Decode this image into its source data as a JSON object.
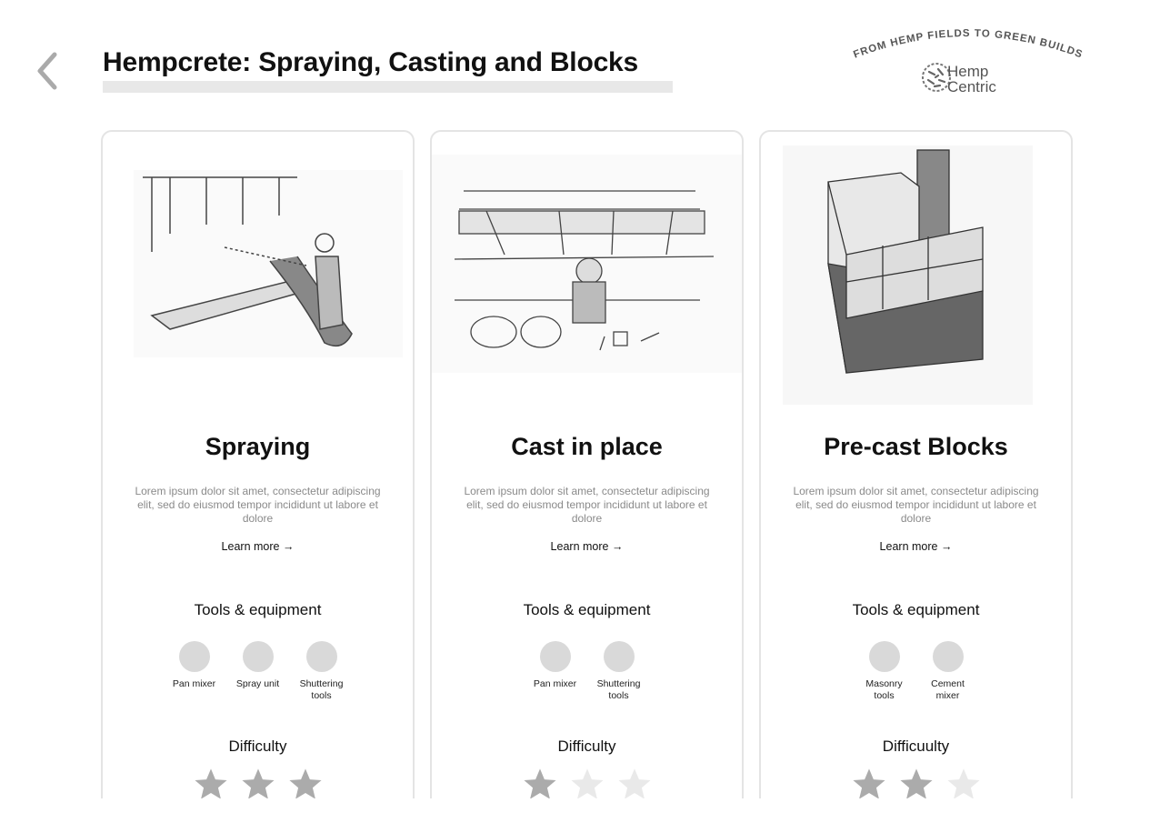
{
  "header": {
    "title": "Hempcrete: Spraying, Casting and Blocks",
    "back_icon": "chevron-left-icon"
  },
  "logo": {
    "tagline": "FROM HEMP FIELDS TO GREEN BUILDS",
    "name_line1": "Hemp",
    "name_line2": "Centric"
  },
  "colors": {
    "star_filled": "#ababab",
    "star_empty": "#e9e9e9",
    "tool_circle": "#d9d9d9"
  },
  "cards": [
    {
      "title": "Spraying",
      "description": "Lorem ipsum dolor sit amet, consectetur adipiscing elit, sed do eiusmod tempor incididunt ut labore et dolore",
      "learn_more": "Learn more →",
      "tools_heading": "Tools & equipment",
      "tools": [
        "Pan mixer",
        "Spray unit",
        "Shuttering tools"
      ],
      "difficulty_heading": "Difficulty",
      "difficulty": 3,
      "difficulty_max": 3
    },
    {
      "title": "Cast in place",
      "description": "Lorem ipsum dolor sit amet, consectetur adipiscing elit, sed do eiusmod tempor incididunt ut labore et dolore",
      "learn_more": "Learn more →",
      "tools_heading": "Tools & equipment",
      "tools": [
        "Pan mixer",
        "Shuttering tools"
      ],
      "difficulty_heading": "Difficulty",
      "difficulty": 1,
      "difficulty_max": 3
    },
    {
      "title": "Pre-cast Blocks",
      "description": "Lorem ipsum dolor sit amet, consectetur adipiscing elit, sed do eiusmod tempor incididunt ut labore et dolore",
      "learn_more": "Learn more →",
      "tools_heading": "Tools & equipment",
      "tools": [
        "Masonry tools",
        "Cement mixer"
      ],
      "difficulty_heading": "Difficuulty",
      "difficulty": 2,
      "difficulty_max": 3
    }
  ]
}
